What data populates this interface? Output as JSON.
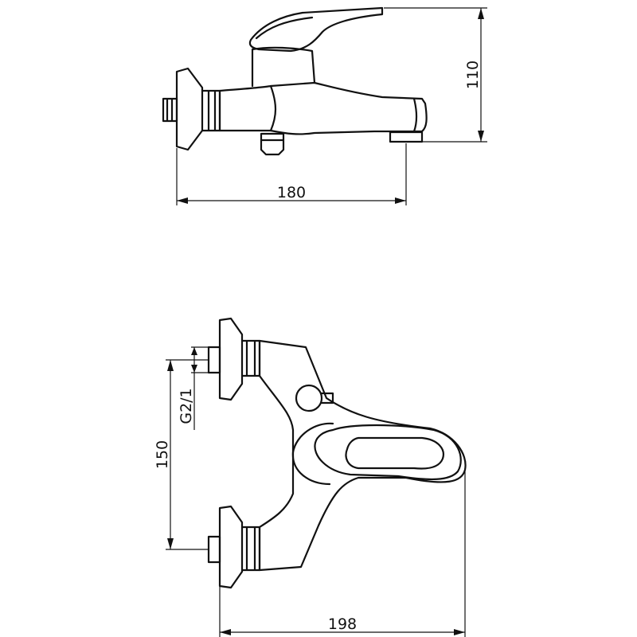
{
  "dimensions": {
    "side_width": "180",
    "side_height": "110",
    "top_spacing": "150",
    "thread": "G2/1",
    "top_width": "198"
  },
  "colors": {
    "line": "#111111",
    "background": "#ffffff"
  }
}
